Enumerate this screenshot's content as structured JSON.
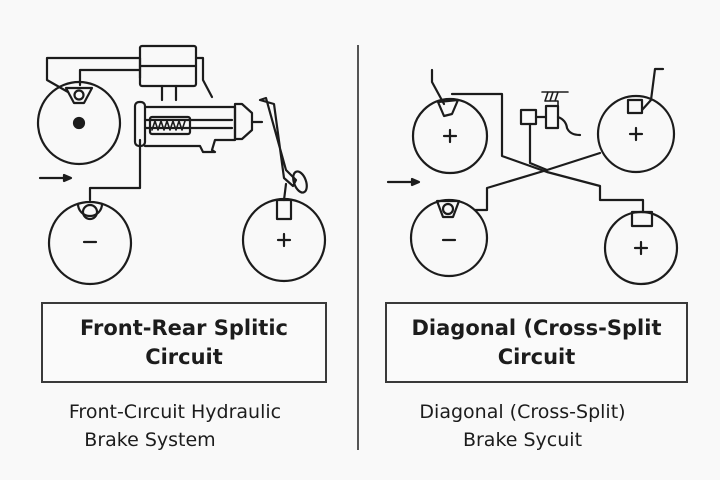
{
  "left_panel": {
    "title_lines": [
      "Front-Rear  Splitic",
      "Circuit"
    ],
    "caption_lines": [
      "Front-Cırcuit Hydraulic",
      "Brake System"
    ],
    "wheels": [
      {
        "position": "front-left",
        "sign": "•"
      },
      {
        "position": "rear-left",
        "sign": "−"
      },
      {
        "position": "rear-right",
        "sign": "+"
      }
    ]
  },
  "right_panel": {
    "title_lines": [
      "Diagonal (Cross-Split",
      "Circuit"
    ],
    "caption_lines": [
      "Diagonal (Cross-Split)",
      "Brake Sycuit"
    ],
    "wheels": [
      {
        "position": "front-left",
        "sign": "+"
      },
      {
        "position": "front-right",
        "sign": "+"
      },
      {
        "position": "rear-left",
        "sign": "−"
      },
      {
        "position": "rear-right",
        "sign": "+"
      }
    ]
  },
  "colors": {
    "line": "#1c1c1c",
    "background": "#f9f9f9"
  }
}
